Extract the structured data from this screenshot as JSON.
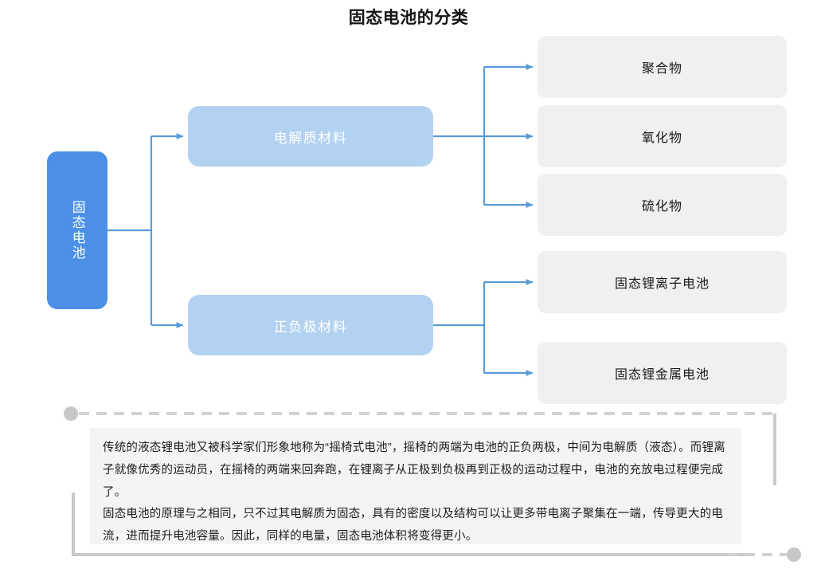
{
  "title": "固态电池的分类",
  "colors": {
    "root_fill": "#4b90e6",
    "mid_fill": "#b3d2f2",
    "leaf_fill": "#f0f0f1",
    "connector": "#5b9bd8",
    "note_fill": "#f4f4f5",
    "frame_line": "#c9c9c9",
    "title_text": "#141414"
  },
  "nodes": {
    "root": {
      "label": "固态电池"
    },
    "mid": [
      {
        "label": "电解质材料"
      },
      {
        "label": "正负极材料"
      }
    ],
    "leaves_electrolyte": [
      {
        "label": "聚合物"
      },
      {
        "label": "氧化物"
      },
      {
        "label": "硫化物"
      }
    ],
    "leaves_electrode": [
      {
        "label": "固态锂离子电池"
      },
      {
        "label": "固态锂金属电池"
      }
    ]
  },
  "note": {
    "paragraph1": "传统的液态锂电池又被科学家们形象地称为“摇椅式电池”，摇椅的两端为电池的正负两极，中间为电解质（液态）。而锂离子就像优秀的运动员，在摇椅的两端来回奔跑，在锂离子从正极到负极再到正极的运动过程中，电池的充放电过程便完成了。",
    "paragraph2": "固态电池的原理与之相同，只不过其电解质为固态，具有的密度以及结构可以让更多带电离子聚集在一端，传导更大的电流，进而提升电池容量。因此，同样的电量，固态电池体积将变得更小。"
  }
}
